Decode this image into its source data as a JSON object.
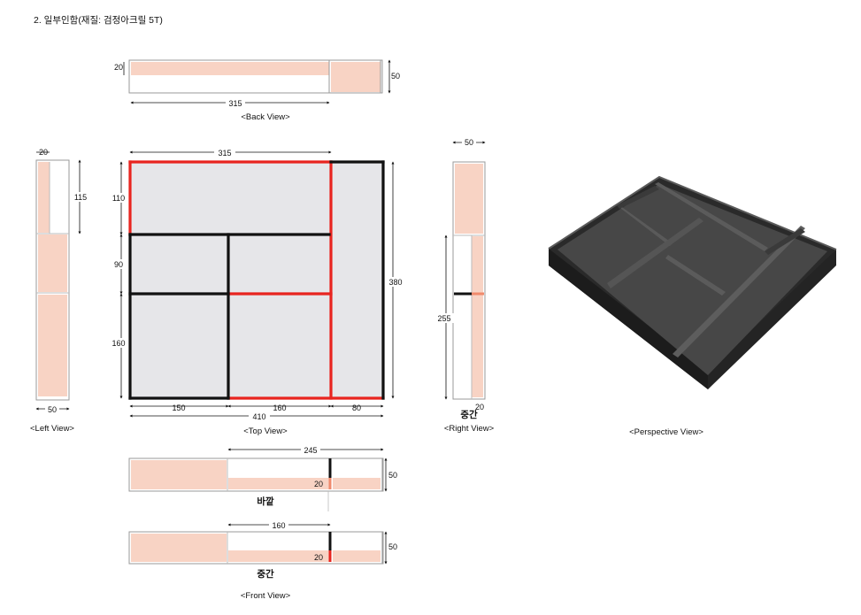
{
  "title": "2. 일부인함(재질: 검정아크릴 5T)",
  "colors": {
    "red": "#e8241f",
    "black": "#111111",
    "panel": "#e6e6e9",
    "pink": "#f8d3c4",
    "box_dark": "#3a3a3a"
  },
  "views": {
    "back": {
      "caption": "<Back View>",
      "dim_width": "315",
      "dim_height": "50",
      "dim_top": "20"
    },
    "top": {
      "caption": "<Top View>",
      "dim_top_width": "315",
      "dim_row1": "110",
      "dim_row2": "90",
      "dim_row3": "160",
      "dim_total_height": "380",
      "dim_col1": "150",
      "dim_col2": "160",
      "dim_col3": "80",
      "dim_total_width": "410"
    },
    "left": {
      "caption": "<Left View>",
      "dim_top": "20",
      "dim_upper": "115",
      "dim_bottom": "50"
    },
    "right": {
      "caption": "<Right View>",
      "dim_top": "50",
      "dim_height": "255",
      "dim_bottom": "20",
      "label": "중간"
    },
    "perspective": {
      "caption": "<Perspective View>"
    },
    "front": {
      "caption": "<Front View>",
      "outer": {
        "label": "바깥",
        "dim_width": "245",
        "dim_height": "50",
        "dim_inner": "20"
      },
      "middle": {
        "label": "중간",
        "dim_width": "160",
        "dim_height": "50",
        "dim_inner": "20"
      }
    }
  }
}
